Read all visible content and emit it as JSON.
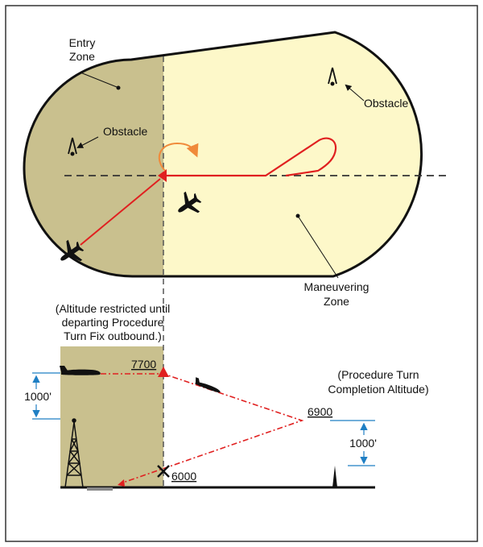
{
  "plan_view": {
    "entry_zone_label": [
      "Entry",
      "Zone"
    ],
    "obstacle_left_label": "Obstacle",
    "obstacle_right_label": "Obstacle",
    "maneuvering_zone_label": [
      "Maneuvering",
      "Zone"
    ]
  },
  "profile_view": {
    "restriction_note": [
      "(Altitude restricted until",
      "departing Procedure",
      "Turn Fix outbound.)"
    ],
    "completion_note": [
      "(Procedure Turn",
      "Completion Altitude)"
    ],
    "altitude_upper": "7700",
    "altitude_completion": "6900",
    "altitude_lower": "6000",
    "spacing_left": "1000'",
    "spacing_right": "1000'"
  },
  "colors": {
    "entry_zone_fill": "#c9c08e",
    "maneuvering_zone_fill": "#fdf8c9",
    "track_red": "#e02020",
    "turn_orange": "#f08a3a",
    "dimension_blue": "#1f7fc4"
  }
}
